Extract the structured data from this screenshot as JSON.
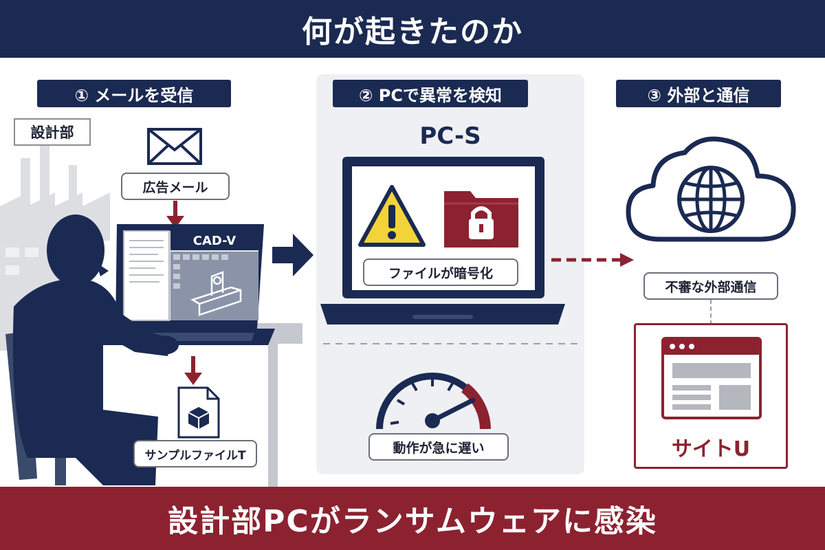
{
  "header": {
    "title": "何が起きたのか"
  },
  "steps": [
    {
      "title": "① メールを受信"
    },
    {
      "title": "② PCで異常を検知"
    },
    {
      "title": "③ 外部と通信"
    }
  ],
  "step1": {
    "department": "設計部",
    "mail_label": "広告メール",
    "app_title": "CAD-V",
    "file_label": "サンプルファイルT"
  },
  "step2": {
    "pc_name": "PC-S",
    "screen_label": "ファイルが暗号化",
    "speed_label": "動作が急に遅い"
  },
  "step3": {
    "comm_label": "不審な外部通信",
    "site_label": "サイトU"
  },
  "footer": {
    "message": "設計部PCがランサムウェアに感染"
  },
  "colors": {
    "navy": "#1b2a52",
    "crimson": "#8c2230",
    "warning": "#f2d33a",
    "gray": "#c9ccd2"
  }
}
